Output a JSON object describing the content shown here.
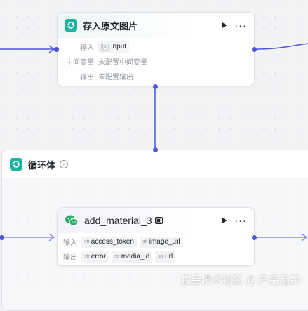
{
  "node1": {
    "title": "存入原文图片",
    "inputs_label": "输入",
    "input_tag": "input",
    "vars_label": "中间变量",
    "vars_value": "未配置中间变量",
    "outputs_label": "输出",
    "outputs_value": "未配置输出"
  },
  "loop": {
    "title": "循环体"
  },
  "node2": {
    "title": "add_material_3",
    "inputs_label": "输入",
    "inputs": [
      {
        "type": "str",
        "name": "access_token"
      },
      {
        "type": "str",
        "name": "image_url"
      }
    ],
    "outputs_label": "输出",
    "outputs": [
      {
        "type": "str",
        "name": "error"
      },
      {
        "type": "str",
        "name": "media_id"
      },
      {
        "type": "str",
        "name": "url"
      }
    ]
  },
  "watermark": "掘金技术社区 @ 产品乱弹",
  "colors": {
    "wire": "#4e55d8",
    "accent": "#1fb39e",
    "wechat": "#2aae67"
  },
  "icons": {
    "node_badge": "loop-arrows-icon",
    "run": "play-icon",
    "more": "more-dots-icon",
    "info": "info-icon",
    "plugin": "wechat-icon"
  }
}
